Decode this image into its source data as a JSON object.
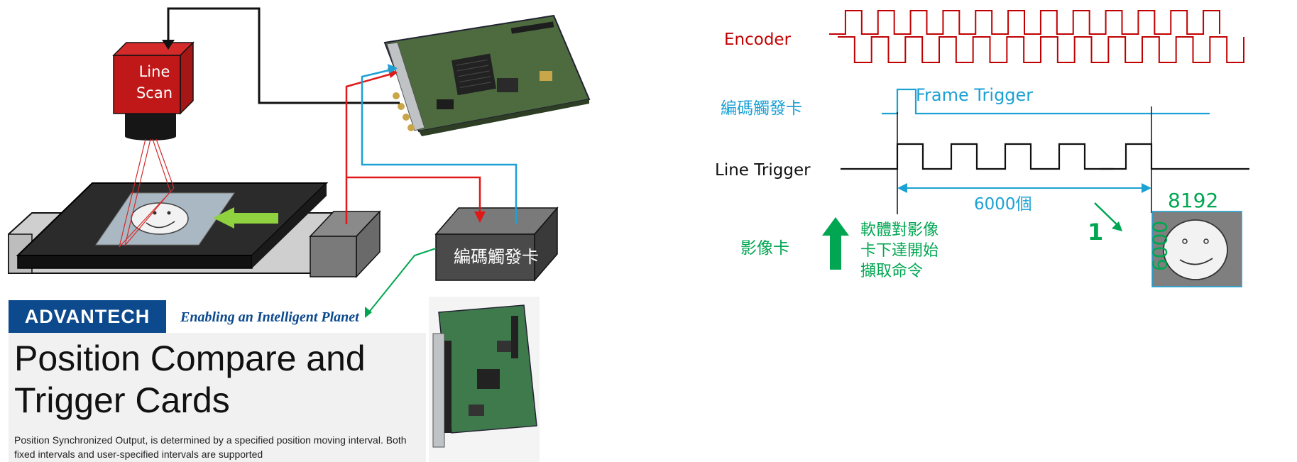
{
  "camera": {
    "label_line1": "Line",
    "label_line2": "Scan"
  },
  "encoder_box": {
    "label": "編碼觸發卡"
  },
  "advantech": {
    "logo": "ADVANTECH",
    "tagline": "Enabling an Intelligent Planet",
    "title_line1": "Position Compare and",
    "title_line2": "Trigger Cards",
    "desc_line1": "Position Synchronized Output, is determined by a specified position moving interval. Both",
    "desc_line2": "fixed intervals and user-specified intervals are supported"
  },
  "timing": {
    "encoder_label": "Encoder",
    "trigger_card_label": "編碼觸發卡",
    "frame_trigger_label": "Frame Trigger",
    "line_trigger_label": "Line Trigger",
    "line_count_label": "6000個",
    "image_card_label": "影像卡",
    "command_line1": "軟體對影像",
    "command_line2": "卡下達開始",
    "command_line3": "擷取命令",
    "step_number": "1",
    "image_width": "8192",
    "image_height": "6000",
    "encoder_pulses": 12,
    "line_pulses_shown": 5
  },
  "colors": {
    "encoder": "#c00000",
    "trigger": "#1ca1d4",
    "image_card": "#00a651",
    "camera": "#c00000",
    "box": "#4a4a4a"
  }
}
